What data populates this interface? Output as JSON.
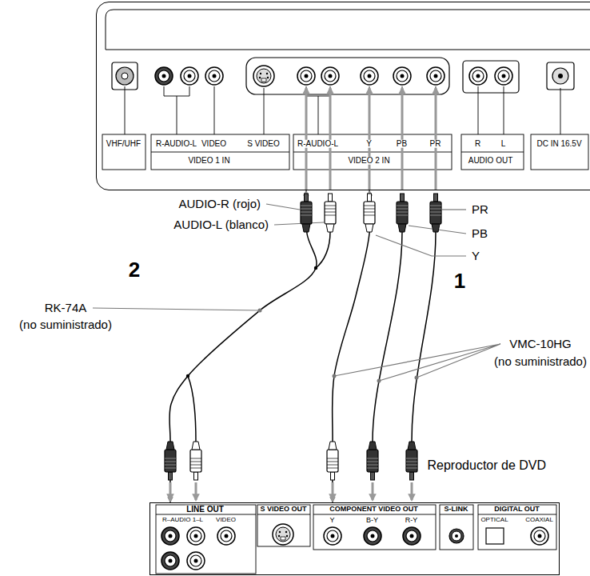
{
  "diagram": {
    "nodes": [
      {
        "text": [
          "VHF/UHF",
          "R-AUDIO-L",
          "VIDEO",
          "S VIDEO",
          "VIDEO 1 IN",
          "R-AUDIO-L",
          "Y",
          "PB",
          "PR",
          "VIDEO 2 IN",
          "R",
          "L",
          "AUDIO OUT",
          "DC IN 16.5V"
        ]
      },
      {
        "text": [
          "Reproductor de DVD",
          "LINE OUT",
          "R–AUDIO 1–L",
          "VIDEO",
          "S VIDEO OUT",
          "COMPONENT VIDEO OUT",
          "Y",
          "B-Y",
          "R-Y",
          "S-LINK",
          "DIGITAL OUT",
          "OPTICAL",
          "COAXIAL"
        ]
      }
    ],
    "edges": [
      {
        "from": 1,
        "to": 0,
        "arrow": "both"
      },
      {
        "from": 1,
        "to": 0,
        "arrow": "both"
      }
    ],
    "labels": [
      "AUDIO-R (rojo)",
      "AUDIO-L (blanco)",
      "PR",
      "PB",
      "Y",
      "2",
      "1",
      "RK-74A",
      "(no suministrado)",
      "VMC-10HG",
      "(no suministrado)"
    ]
  }
}
